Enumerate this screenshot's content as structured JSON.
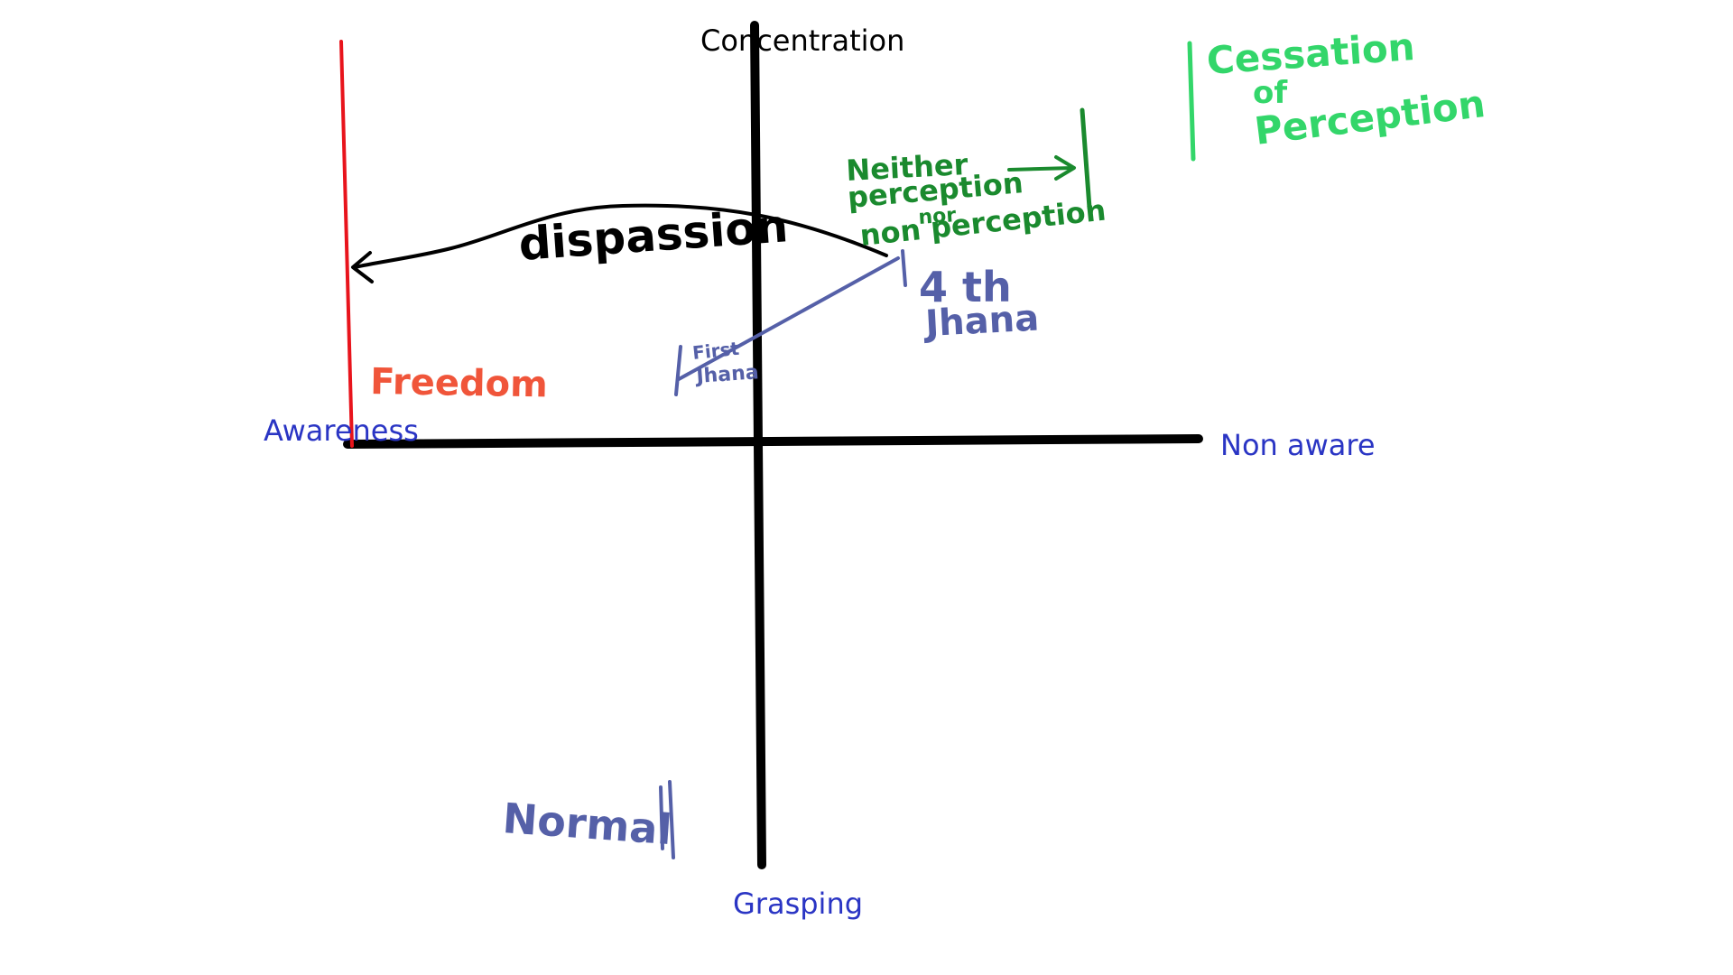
{
  "axes": {
    "top": "Concentration",
    "bottom": "Grasping",
    "left": "Awareness",
    "right": "Non aware"
  },
  "labels": {
    "freedom": "Freedom",
    "dispassion": "dispassion",
    "first_jhana_line1": "First",
    "first_jhana_line2": "Jhana",
    "fourth_jhana_line1": "4 th",
    "fourth_jhana_line2": "Jhana",
    "neither_line1": "Neither",
    "neither_line2": "perception",
    "neither_line3": "nor",
    "neither_line4": "non perception",
    "cessation_line1": "Cessation",
    "cessation_line2": "of",
    "cessation_line3": "Perception",
    "normal": "Normal"
  },
  "colors": {
    "axis": "#000000",
    "axis_text": "#2a35c4",
    "top_text": "#000000",
    "freedom": "#f0553a",
    "red_line": "#e8141c",
    "jhana": "#5560a8",
    "neither": "#1a8a2e",
    "cessation": "#33d66a"
  }
}
